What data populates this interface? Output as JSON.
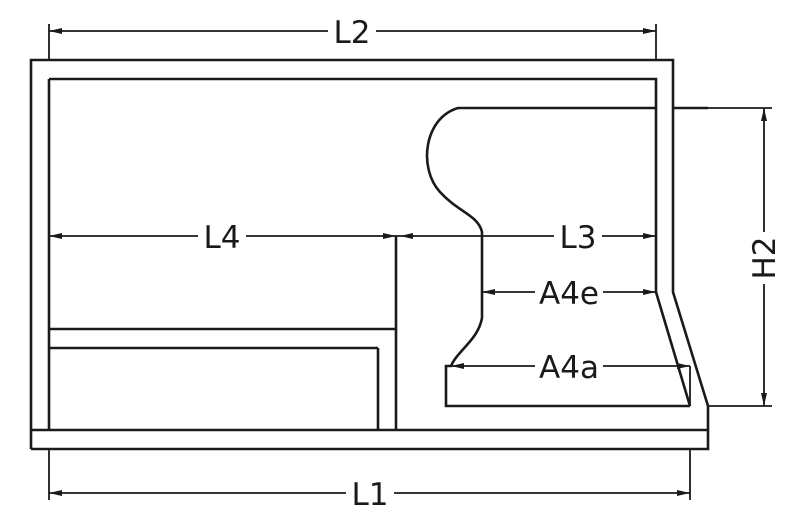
{
  "diagram": {
    "labels": {
      "L1": "L1",
      "L2": "L2",
      "L3": "L3",
      "L4": "L4",
      "H2": "H2",
      "A4e": "A4e",
      "A4a": "A4a"
    },
    "colors": {
      "line": "#1a1a1a",
      "background": "#ffffff"
    }
  }
}
